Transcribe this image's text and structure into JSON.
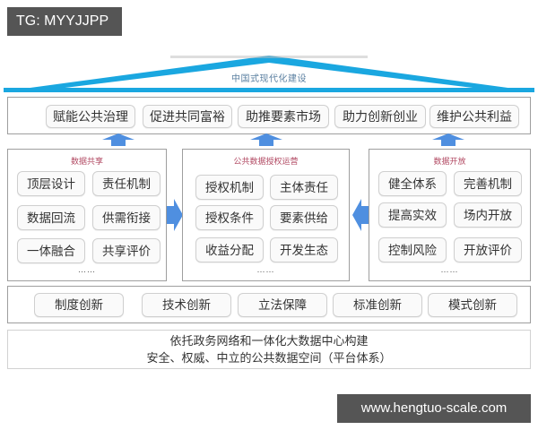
{
  "watermarks": {
    "top_left": "TG: MYYJJPP",
    "bottom_right": "www.hengtuo-scale.com"
  },
  "roof": {
    "title": "中国式现代化建设",
    "color": "#1aa7e0"
  },
  "goals": {
    "items": [
      "赋能公共治理",
      "促进共同富裕",
      "助推要素市场",
      "助力创新创业",
      "维护公共利益"
    ]
  },
  "pillars": {
    "data_sharing": {
      "title": "数据共享",
      "items": [
        "顶层设计",
        "责任机制",
        "数据回流",
        "供需衔接",
        "一体融合",
        "共享评价"
      ],
      "more": "……"
    },
    "authorized_operation": {
      "title": "公共数据授权运营",
      "items": [
        "授权机制",
        "主体责任",
        "授权条件",
        "要素供给",
        "收益分配",
        "开发生态"
      ],
      "more": "……"
    },
    "data_opening": {
      "title": "数据开放",
      "items": [
        "健全体系",
        "完善机制",
        "提高实效",
        "场内开放",
        "控制风险",
        "开放评价"
      ],
      "more": "……"
    }
  },
  "innovations": {
    "items": [
      "制度创新",
      "技术创新",
      "立法保障",
      "标准创新",
      "模式创新"
    ]
  },
  "foundation": {
    "line1": "依托政务网络和一体化大数据中心构建",
    "line2": "安全、权威、中立的公共数据空间（平台体系）"
  },
  "colors": {
    "arrow": "#4f8fe0",
    "pillar_title": "#b24a63",
    "roof_title": "#5a7fa0",
    "watermark_bg": "#555555"
  }
}
